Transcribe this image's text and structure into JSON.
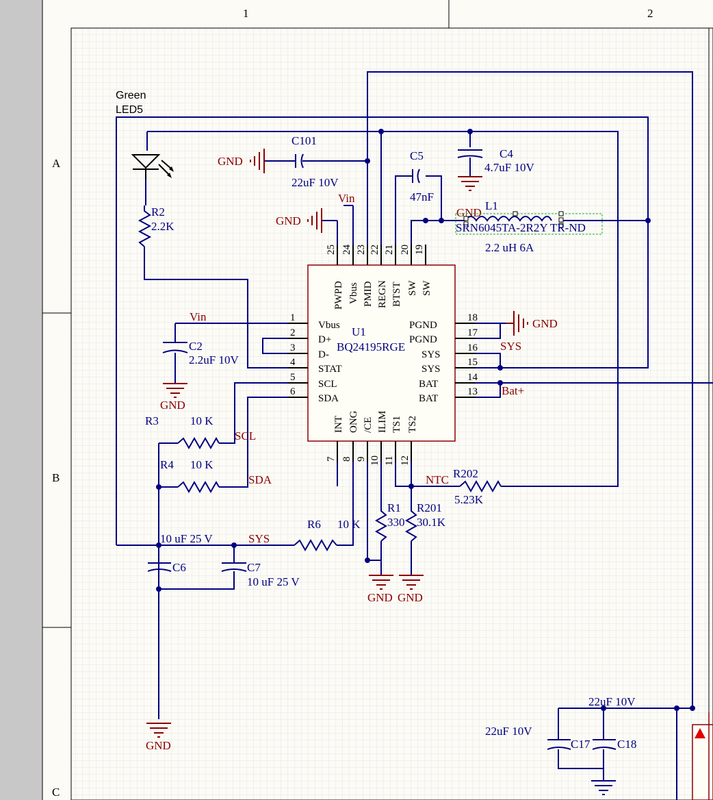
{
  "frame": {
    "columns": [
      "1",
      "2"
    ],
    "rows": [
      "A",
      "B",
      "C"
    ]
  },
  "chip": {
    "designator": "U1",
    "part": "BQ24195RGE",
    "left_pins": [
      {
        "num": "1",
        "name": "Vbus"
      },
      {
        "num": "2",
        "name": "D+"
      },
      {
        "num": "3",
        "name": "D-"
      },
      {
        "num": "4",
        "name": "STAT"
      },
      {
        "num": "5",
        "name": "SCL"
      },
      {
        "num": "6",
        "name": "SDA"
      }
    ],
    "right_pins": [
      {
        "num": "18",
        "name": "PGND"
      },
      {
        "num": "17",
        "name": "PGND"
      },
      {
        "num": "16",
        "name": "SYS"
      },
      {
        "num": "15",
        "name": "SYS"
      },
      {
        "num": "14",
        "name": "BAT"
      },
      {
        "num": "13",
        "name": "BAT"
      }
    ],
    "top_pins": [
      {
        "num": "25",
        "name": "PWPD"
      },
      {
        "num": "24",
        "name": "Vbus"
      },
      {
        "num": "23",
        "name": "PMID"
      },
      {
        "num": "22",
        "name": "REGN"
      },
      {
        "num": "21",
        "name": "BTST"
      },
      {
        "num": "20",
        "name": "SW"
      },
      {
        "num": "19",
        "name": "SW"
      }
    ],
    "bottom_pins": [
      {
        "num": "7",
        "name": "INT"
      },
      {
        "num": "8",
        "name": "ONG"
      },
      {
        "num": "9",
        "name": "/CE"
      },
      {
        "num": "10",
        "name": "ILIM"
      },
      {
        "num": "11",
        "name": "TS1"
      },
      {
        "num": "12",
        "name": "TS2"
      }
    ]
  },
  "components": {
    "led5": {
      "color": "Green",
      "designator": "LED5"
    },
    "r2": {
      "designator": "R2",
      "value": "2.2K"
    },
    "c101": {
      "designator": "C101",
      "value": "22uF 10V"
    },
    "c5": {
      "designator": "C5",
      "value": "47nF"
    },
    "c4": {
      "designator": "C4",
      "value": "4.7uF 10V"
    },
    "l1": {
      "designator": "L1",
      "part": "SRN6045TA-2R2Y TR-ND",
      "value": "2.2 uH 6A"
    },
    "c2": {
      "designator": "C2",
      "value": "2.2uF 10V"
    },
    "r3": {
      "designator": "R3",
      "value": "10 K"
    },
    "r4": {
      "designator": "R4",
      "value": "10 K"
    },
    "r6": {
      "designator": "R6",
      "value": "10 K"
    },
    "c6": {
      "designator": "C6",
      "value": "10 uF 25 V"
    },
    "c7": {
      "designator": "C7",
      "value": "10 uF 25 V"
    },
    "r1": {
      "designator": "R1",
      "value": "330"
    },
    "r201": {
      "designator": "R201",
      "value": "30.1K"
    },
    "r202": {
      "designator": "R202",
      "value": "5.23K"
    },
    "c17": {
      "designator": "C17",
      "value": "22uF 10V"
    },
    "c18": {
      "designator": "C18",
      "value": "22uF 10V"
    }
  },
  "nets": {
    "gnd": "GND",
    "vin": "Vin",
    "sys": "SYS",
    "bat": "Bat+",
    "scl": "SCL",
    "sda": "SDA",
    "ntc": "NTC"
  },
  "colors": {
    "wire": "#000080",
    "power_port": "#8b0000",
    "chip_fill": "#fffef6",
    "sheet": "#fcfbf6",
    "grid": "#e4e4e4",
    "frame": "#ececec",
    "selection": "#22aa22",
    "warning": "#e00000"
  }
}
